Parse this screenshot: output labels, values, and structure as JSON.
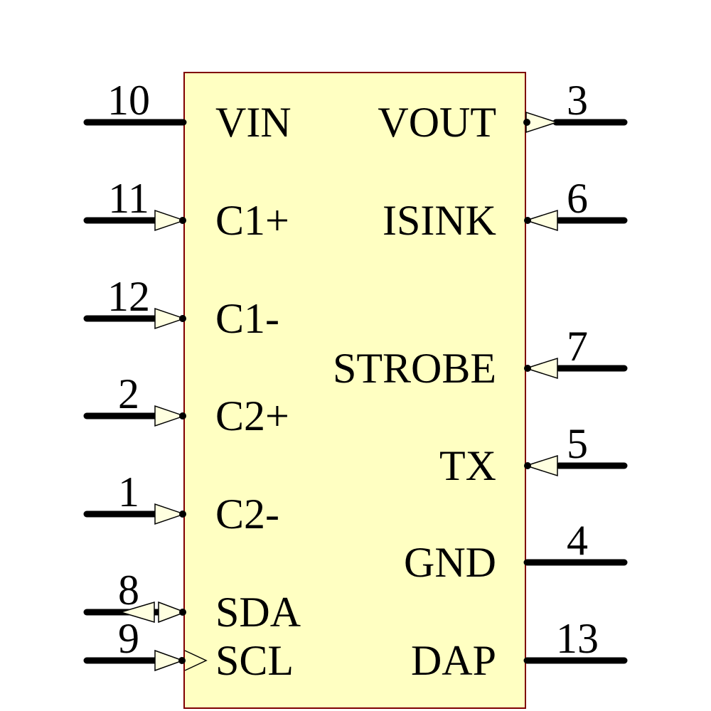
{
  "component": {
    "kind": "schematic-symbol",
    "body_fill": "#FFFFC2",
    "body_border_color": "#7F0000",
    "arrow_fill": "#FFFFE0",
    "wire_color": "#000000",
    "text_color": "#000000"
  },
  "pins": {
    "left": [
      {
        "number": "10",
        "label": "VIN",
        "direction": "none"
      },
      {
        "number": "11",
        "label": "C1+",
        "direction": "in"
      },
      {
        "number": "12",
        "label": "C1-",
        "direction": "in"
      },
      {
        "number": "2",
        "label": "C2+",
        "direction": "in"
      },
      {
        "number": "1",
        "label": "C2-",
        "direction": "in"
      },
      {
        "number": "8",
        "label": "SDA",
        "direction": "bidirectional"
      },
      {
        "number": "9",
        "label": "SCL",
        "direction": "in-clock"
      }
    ],
    "right": [
      {
        "number": "3",
        "label": "VOUT",
        "direction": "out"
      },
      {
        "number": "6",
        "label": "ISINK",
        "direction": "in"
      },
      {
        "number": "7",
        "label": "STROBE",
        "direction": "in"
      },
      {
        "number": "5",
        "label": "TX",
        "direction": "in"
      },
      {
        "number": "4",
        "label": "GND",
        "direction": "none"
      },
      {
        "number": "13",
        "label": "DAP",
        "direction": "none"
      }
    ]
  }
}
